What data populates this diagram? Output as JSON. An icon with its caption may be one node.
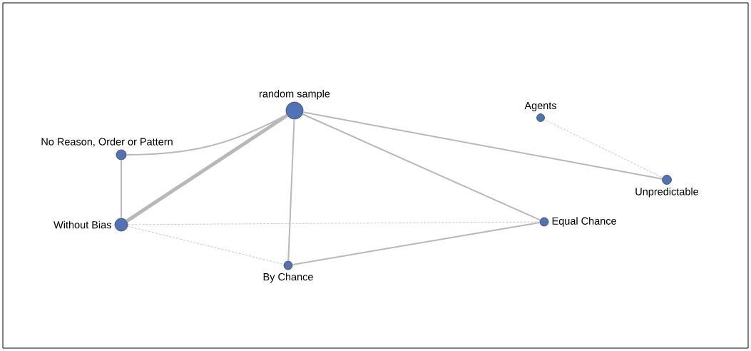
{
  "diagram": {
    "nodes": [
      {
        "text": [
          "random sample"
        ]
      },
      {
        "text": [
          "Agents"
        ]
      },
      {
        "text": [
          "No Reason, Order or Pattern"
        ]
      },
      {
        "text": [
          "Unpredictable"
        ]
      },
      {
        "text": [
          "Without Bias"
        ]
      },
      {
        "text": [
          "Equal Chance"
        ]
      },
      {
        "text": [
          "By Chance"
        ]
      }
    ],
    "edges": [
      {
        "from": 0,
        "to": 2,
        "arrow": "none"
      },
      {
        "from": 0,
        "to": 4,
        "arrow": "none",
        "style": "thick"
      },
      {
        "from": 0,
        "to": 6,
        "arrow": "none"
      },
      {
        "from": 0,
        "to": 5,
        "arrow": "none"
      },
      {
        "from": 0,
        "to": 3,
        "arrow": "none"
      },
      {
        "from": 2,
        "to": 4,
        "arrow": "none"
      },
      {
        "from": 4,
        "to": 5,
        "arrow": "none",
        "style": "dashed"
      },
      {
        "from": 4,
        "to": 6,
        "arrow": "none",
        "style": "dashed"
      },
      {
        "from": 6,
        "to": 5,
        "arrow": "none"
      },
      {
        "from": 1,
        "to": 3,
        "arrow": "none",
        "style": "dashed"
      }
    ]
  }
}
